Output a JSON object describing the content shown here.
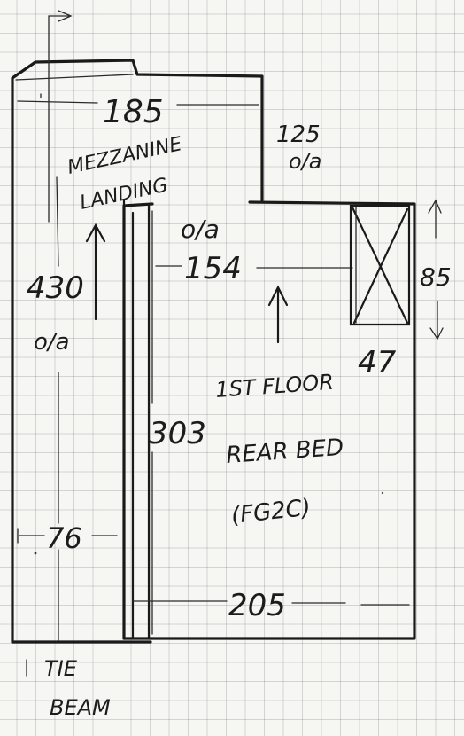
{
  "labels": {
    "landing_width": "185",
    "landing_name_line1": "MEZZANINE",
    "landing_name_line2": "LANDING",
    "step_height": "125",
    "step_height_note": "o/a",
    "landing_length": "430",
    "landing_length_note": "o/a",
    "stair_width": "76",
    "tie_beam_line1": "TIE",
    "tie_beam_line2": "BEAM",
    "bedroom_top_note": "o/a",
    "bedroom_width_top": "154",
    "cupboard_width": "47",
    "cupboard_depth": "85",
    "bedroom_length": "303",
    "bedroom_name_line1": "1ST FLOOR",
    "bedroom_name_line2": "REAR BED",
    "bedroom_ref": "(FG2C)",
    "bedroom_width_bottom": "205"
  }
}
